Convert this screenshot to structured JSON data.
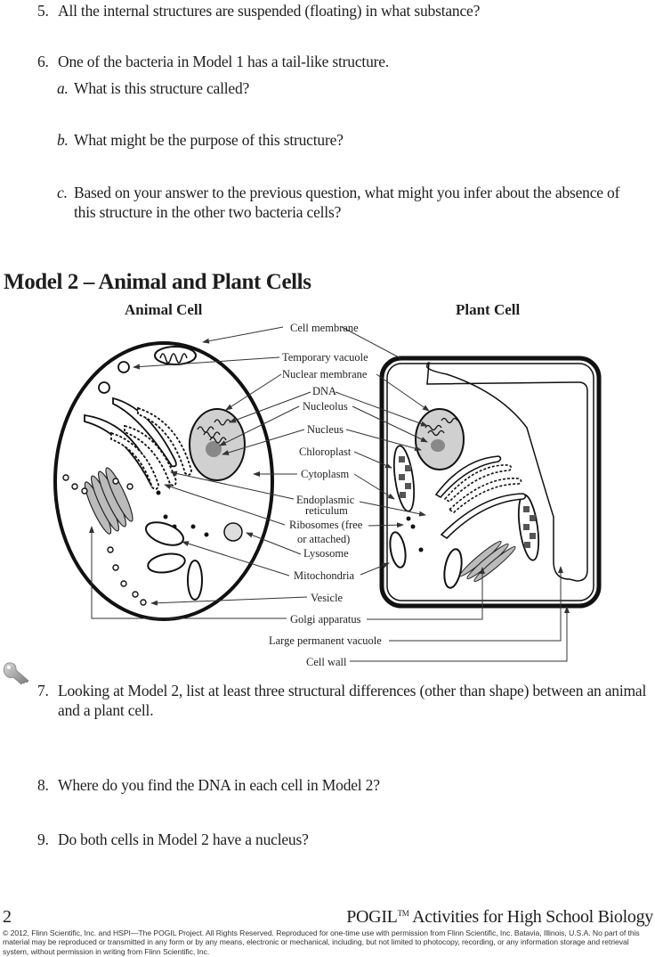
{
  "questions": {
    "q5": {
      "number": "5.",
      "text": "All the internal structures are suspended (floating) in what substance?"
    },
    "q6": {
      "number": "6.",
      "text": "One of the bacteria in Model 1 has a tail-like structure.",
      "a": {
        "letter": "a.",
        "text": "What is this structure called?"
      },
      "b": {
        "letter": "b.",
        "text": "What might be the purpose of this structure?"
      },
      "c": {
        "letter": "c.",
        "line1": "Based on your answer to the previous question, what might you infer about the absence of",
        "line2": "this structure in the other two bacteria cells?"
      }
    },
    "q7": {
      "number": "7.",
      "line1": "Looking at Model 2, list at least three structural differences (other than shape) between an animal",
      "line2": "and a plant cell."
    },
    "q8": {
      "number": "8.",
      "text": "Where do you find the DNA in each cell in Model 2?"
    },
    "q9": {
      "number": "9.",
      "text": "Do both cells in Model 2 have a nucleus?"
    }
  },
  "model": {
    "title": "Model 2 – Animal and Plant Cells",
    "animal_title": "Animal Cell",
    "plant_title": "Plant Cell",
    "labels": {
      "cell_membrane": "Cell membrane",
      "temporary_vacuole": "Temporary vacuole",
      "nuclear_membrane": "Nuclear membrane",
      "dna": "DNA",
      "nucleolus": "Nucleolus",
      "nucleus": "Nucleus",
      "chloroplast": "Chloroplast",
      "cytoplasm": "Cytoplasm",
      "er_line1": "Endoplasmic",
      "er_line2": "reticulum",
      "ribosomes_line1": "Ribosomes (free",
      "ribosomes_line2": "or attached)",
      "lysosome": "Lysosome",
      "mitochondria": "Mitochondria",
      "vesicle": "Vesicle",
      "golgi": "Golgi apparatus",
      "large_vacuole": "Large permanent vacuole",
      "cell_wall": "Cell wall"
    }
  },
  "footer": {
    "page_number": "2",
    "title": "POGIL",
    "trademark": "TM",
    "title_rest": " Activities for High School Biology",
    "copyright": "© 2012, Flinn Scientific, Inc. and HSPI—The POGIL Project. All Rights Reserved. Reproduced for one-time use with permission from Flinn Scientific, Inc. Batavia, Illinois, U.S.A. No part of this material may be reproduced or transmitted in any form or by any means, electronic or mechanical, including, but not limited to photocopy, recording, or any information storage and retrieval system, without permission in writing from Flinn Scientific, Inc."
  },
  "icons": {
    "key": "key-icon"
  }
}
